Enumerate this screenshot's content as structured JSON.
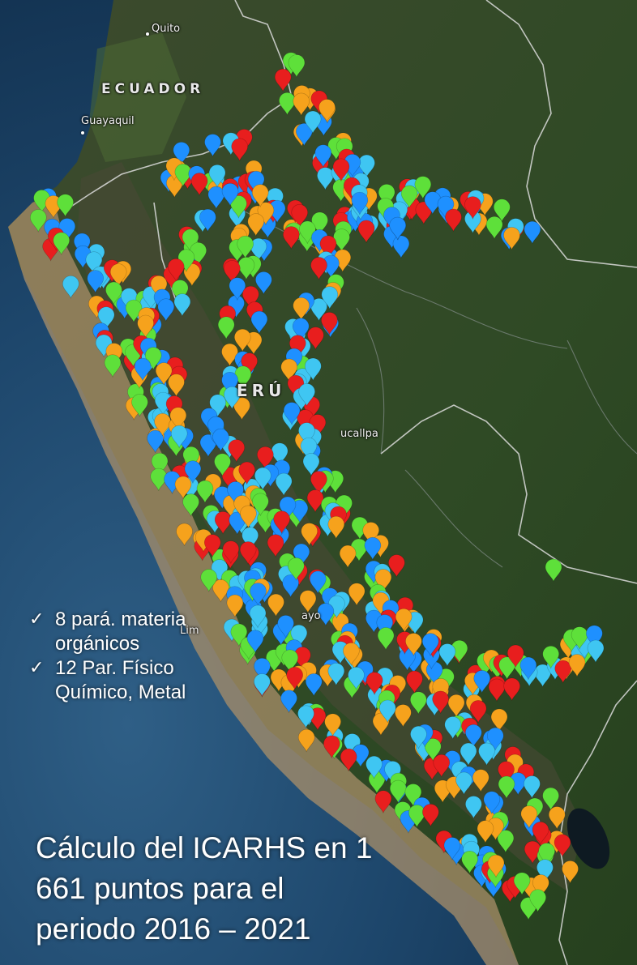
{
  "map": {
    "labels": {
      "quito": "Quito",
      "ecuador": "ECUADOR",
      "guayaquil": "Guayaquil",
      "peru": "ERÚ",
      "pucallpa": "ucallpa",
      "lima": "Lim",
      "huancayo": "ayo"
    },
    "marker_colors": [
      "#1e90ff",
      "#3fc6f2",
      "#5ee03a",
      "#f6a21c",
      "#e81e1e"
    ]
  },
  "notes": {
    "item1_check": "✓",
    "item1": "8 pará. materia orgánicos",
    "item2_check": "✓",
    "item2": "12 Par. Físico Químico, Metal"
  },
  "caption": "Cálculo del ICARHS en 1 661 puntos para el periodo 2016 – 2021"
}
